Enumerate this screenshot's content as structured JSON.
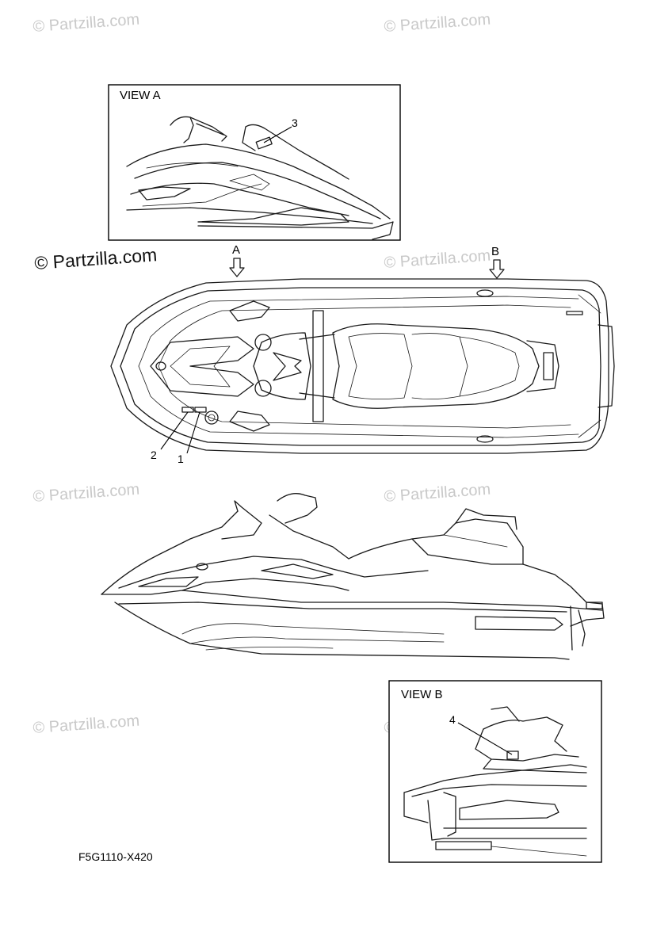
{
  "watermarks": {
    "text": "© Partzilla.com",
    "prominent": "© Partzilla.com"
  },
  "views": {
    "view_a_title": "VIEW A",
    "view_b_title": "VIEW B"
  },
  "arrows": {
    "a": "A",
    "b": "B"
  },
  "callouts": {
    "c1": "1",
    "c2": "2",
    "c3": "3",
    "c4": "4"
  },
  "diagram_code": "F5G1110-X420"
}
